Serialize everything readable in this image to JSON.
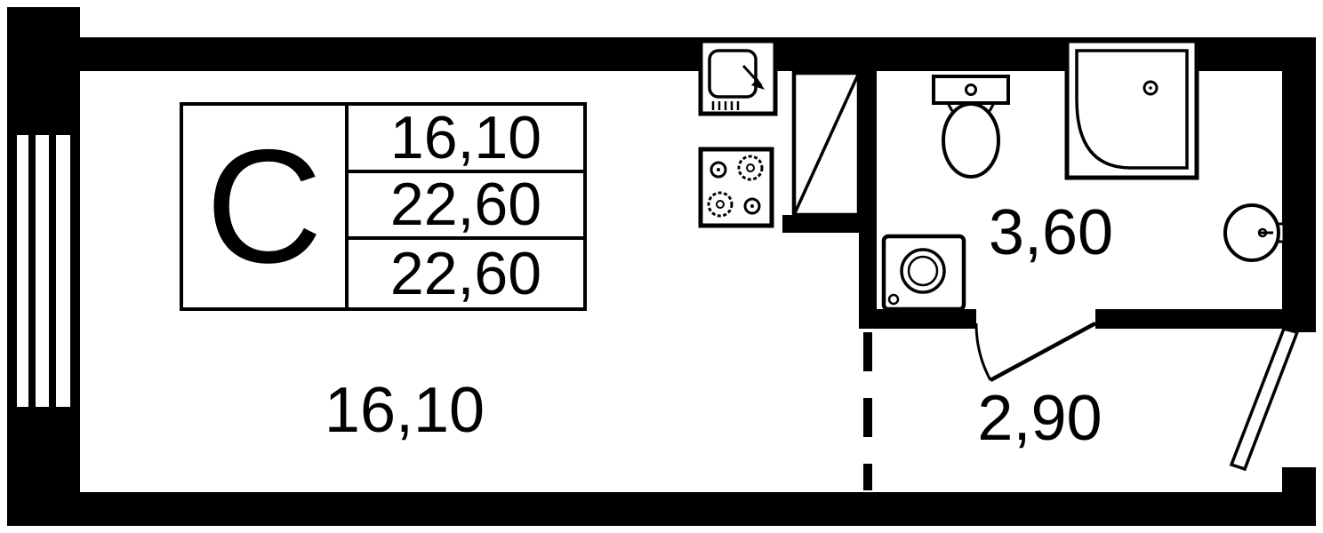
{
  "canvas": {
    "background": "#ffffff",
    "line_color": "#000000"
  },
  "info_table": {
    "type_label": "С",
    "rows": [
      {
        "value": "16,10"
      },
      {
        "value": "22,60"
      },
      {
        "value": "22,60"
      }
    ]
  },
  "room_labels": {
    "living_room": "16,10",
    "bathroom": "3,60",
    "hallway": "2,90"
  }
}
